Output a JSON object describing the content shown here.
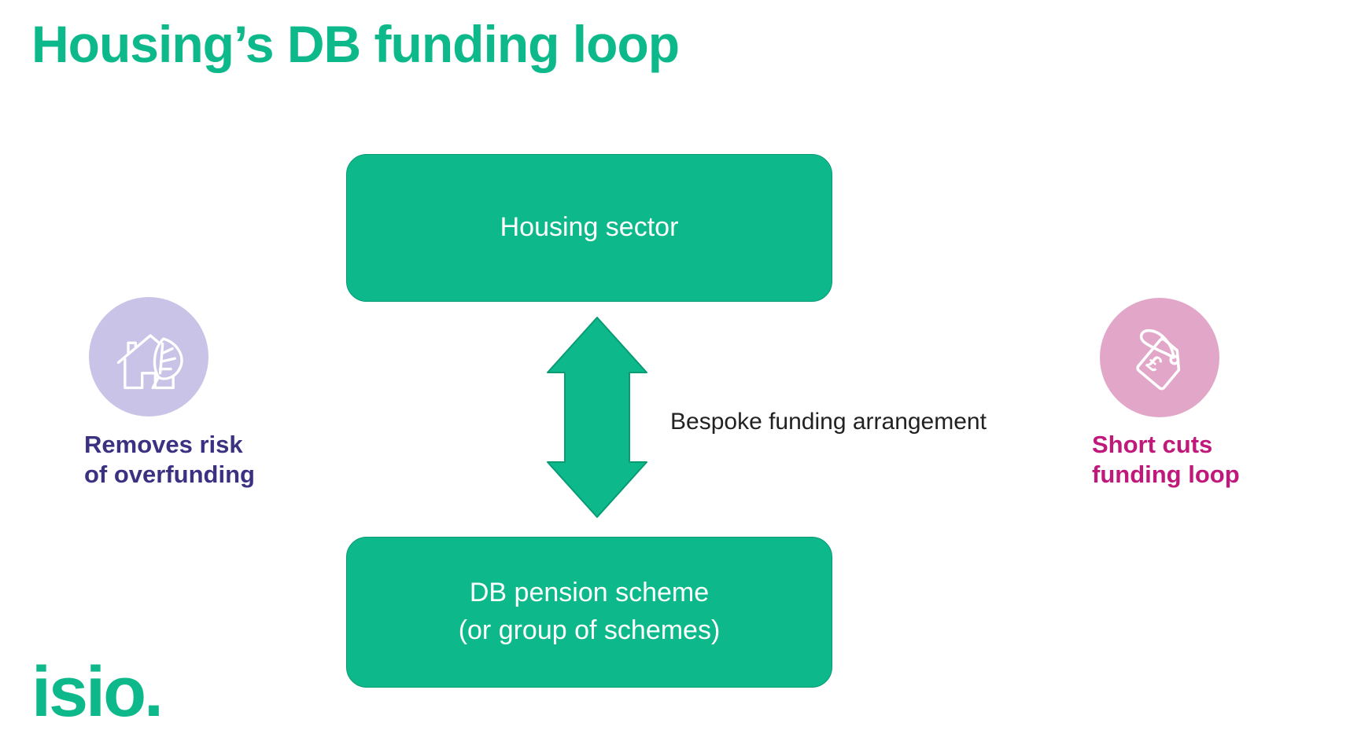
{
  "title": "Housing’s DB funding loop",
  "diagram": {
    "top_box": "Housing sector",
    "bottom_box": {
      "line1": "DB pension scheme",
      "line2": "(or group of schemes)"
    },
    "arrow_label": "Bespoke funding arrangement"
  },
  "callouts": {
    "left": {
      "icon": "house-leaf-icon",
      "line1": "Removes risk",
      "line2": "of overfunding"
    },
    "right": {
      "icon": "price-tag-icon",
      "line1": "Short cuts",
      "line2": "funding loop"
    }
  },
  "logo": {
    "text": "isio."
  },
  "colors": {
    "green": "#0db98b",
    "green-border": "#089b74",
    "lavender": "#c8c3e7",
    "indigo-text": "#3b3182",
    "pink": "#e2a6c8",
    "magenta-text": "#c1197b",
    "body-text": "#222222",
    "white": "#ffffff"
  }
}
